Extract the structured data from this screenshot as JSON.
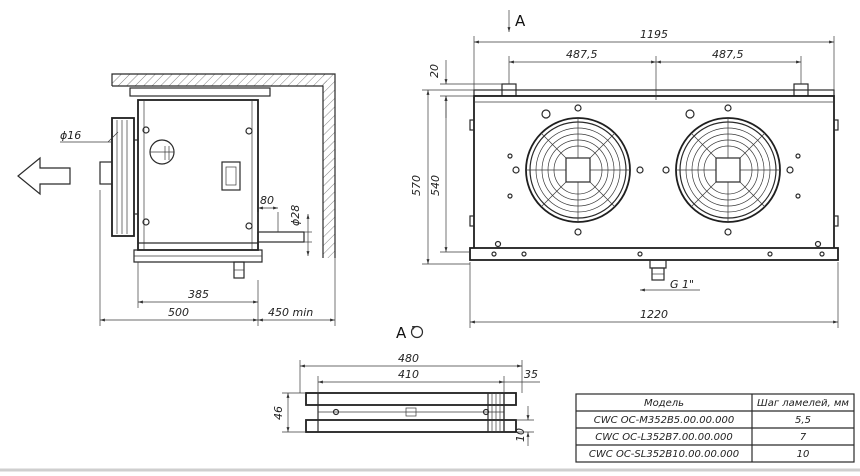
{
  "side_view": {
    "dim_pipe_dia": "ϕ16",
    "dim_drain_dia": "ϕ28",
    "dim_80": "80",
    "dim_385": "385",
    "dim_500": "500",
    "dim_450": "450 min"
  },
  "front_view": {
    "section_mark": "A",
    "dim_1195": "1195",
    "dim_487_left": "487,5",
    "dim_487_right": "487,5",
    "dim_20": "20",
    "dim_570": "570",
    "dim_540": "540",
    "dim_g1": "G 1\"",
    "dim_1220": "1220"
  },
  "view_a": {
    "label": "A",
    "dim_480": "480",
    "dim_410": "410",
    "dim_35": "35",
    "dim_46": "46",
    "dim_10": "10"
  },
  "spec_table": {
    "headers": [
      "Модель",
      "Шаг ламелей, мм"
    ],
    "rows": [
      [
        "CWC OC-M352B5.00.00.000",
        "5,5"
      ],
      [
        "CWC OC-L352B7.00.00.000",
        "7"
      ],
      [
        "CWC OC-SL352B10.00.00.000",
        "10"
      ]
    ]
  }
}
